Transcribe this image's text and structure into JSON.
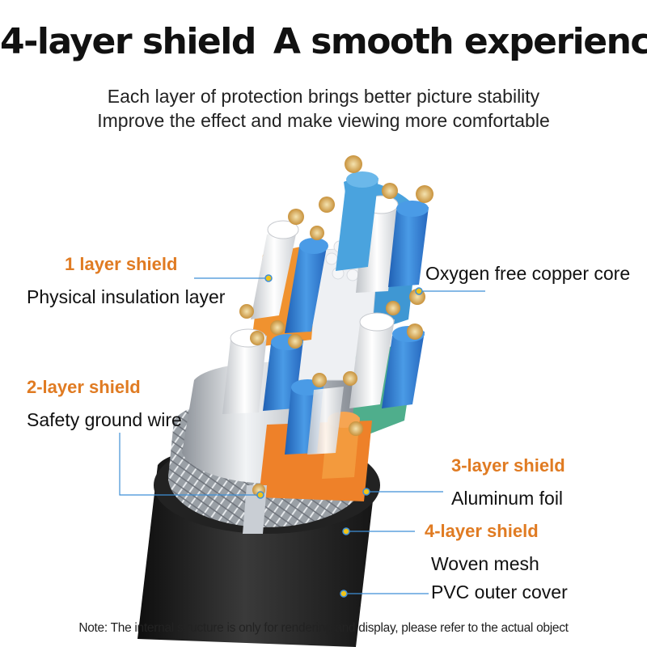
{
  "headline": {
    "part1": "4-layer shield",
    "part2": "A smooth experience"
  },
  "subtitle": {
    "line1": "Each layer of protection brings better picture stability",
    "line2": "Improve the effect and make viewing more comfortable"
  },
  "callouts": {
    "layer1_title": "1 layer shield",
    "layer1_desc": "Physical insulation layer",
    "core_desc": "Oxygen free copper core",
    "layer2_title": "2-layer shield",
    "layer2_desc": "Safety ground wire",
    "layer3_title": "3-layer shield",
    "layer3_desc": "Aluminum foil",
    "layer4_title": "4-layer shield",
    "layer4_desc": "Woven mesh",
    "cover_desc": "PVC outer cover"
  },
  "note": "Note: The internal structure is only for rendering and display, please refer to the actual object",
  "colors": {
    "accent": "#e07b22",
    "leader": "#3f8fd6",
    "jacket": "#1f1f1f",
    "foil": "#cfd3d8",
    "blue_wire": "#3b86d8",
    "orange_pair": "#ef8a2e",
    "green_pair": "#4fae8c",
    "cyan_pair": "#4fa6df"
  }
}
